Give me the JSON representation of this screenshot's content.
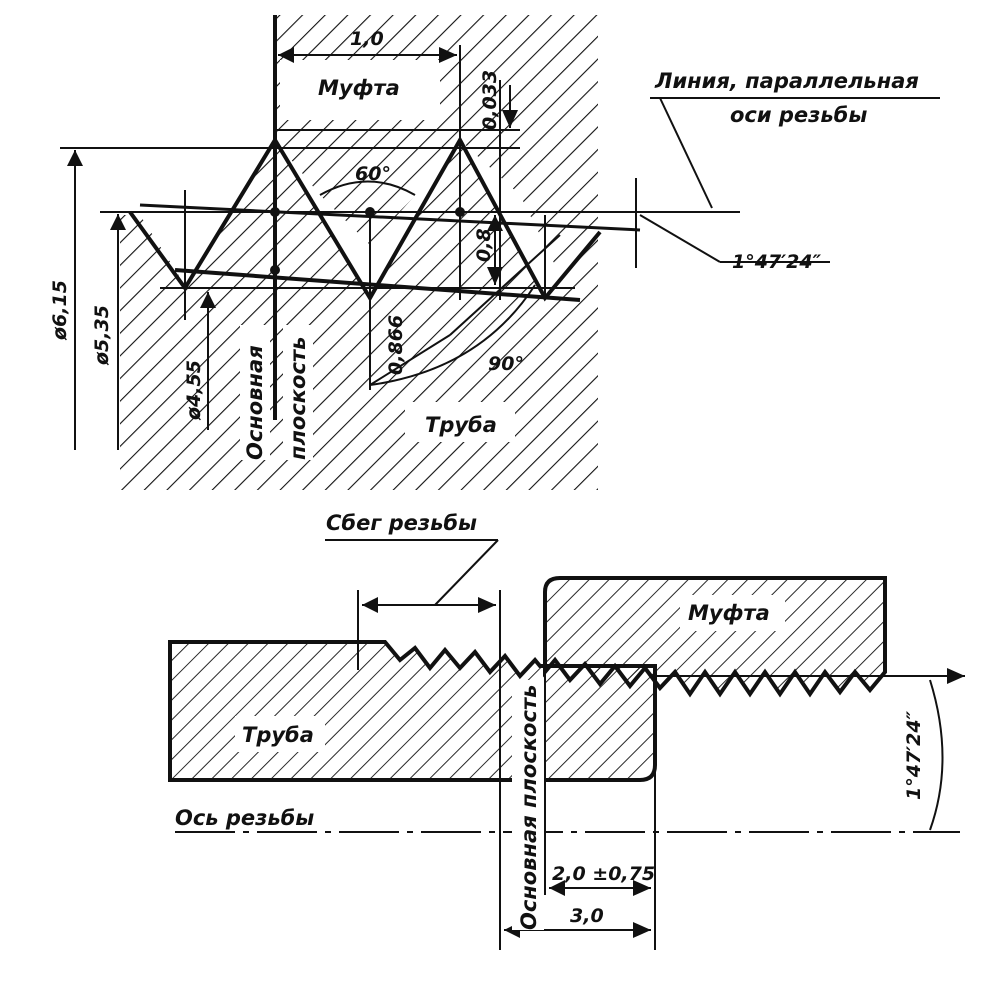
{
  "top_view": {
    "coupling_label": "Муфта",
    "pipe_label": "Труба",
    "parallel_line_label_1": "Линия, параллельная",
    "parallel_line_label_2": "оси резьбы",
    "base_plane_label_1": "Основная",
    "base_plane_label_2": "плоскость",
    "dim_pitch": "1,0",
    "dim_033": "0,033",
    "dim_08": "0,8",
    "dim_0866": "0,866",
    "angle_60": "60°",
    "angle_90": "90°",
    "taper_angle": "1°47′24″",
    "dia_outer": "ø6,15",
    "dia_mid": "ø5,35",
    "dia_inner": "ø4,55"
  },
  "bottom_view": {
    "runout_label": "Сбег резьбы",
    "coupling_label": "Муфта",
    "pipe_label": "Труба",
    "axis_label": "Ось резьбы",
    "base_plane_label": "Основная плоскость",
    "taper_angle": "1°47′24″",
    "dim_20": "2,0 ±0,75",
    "dim_30": "3,0"
  }
}
